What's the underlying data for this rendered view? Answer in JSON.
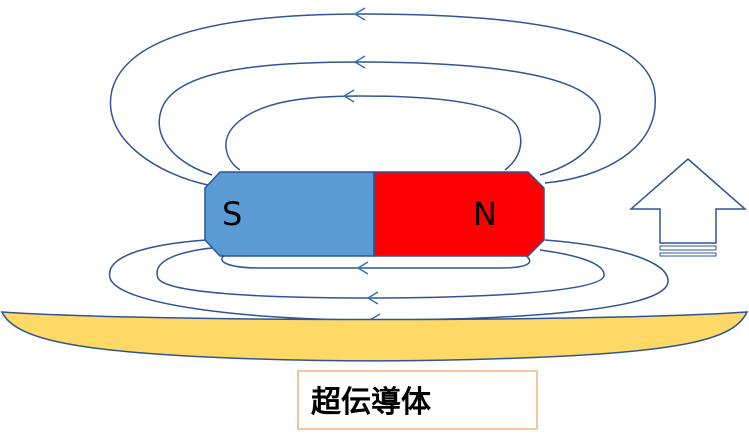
{
  "colors": {
    "south_pole": "#5b9bd5",
    "north_pole": "#ff0000",
    "magnet_border": "#2f5597",
    "field_line": "#2f5597",
    "field_arrow": "#2e75b6",
    "superconductor_fill": "#ffd966",
    "superconductor_border": "#2f5597",
    "label_box_border": "#f4b183",
    "up_arrow_border": "#2f5597"
  },
  "magnet": {
    "south_label": "S",
    "north_label": "N"
  },
  "superconductor": {
    "label": "超伝導体"
  },
  "icons": {
    "field_direction": "arrow-left-icon",
    "levitation": "up-arrow-icon"
  }
}
